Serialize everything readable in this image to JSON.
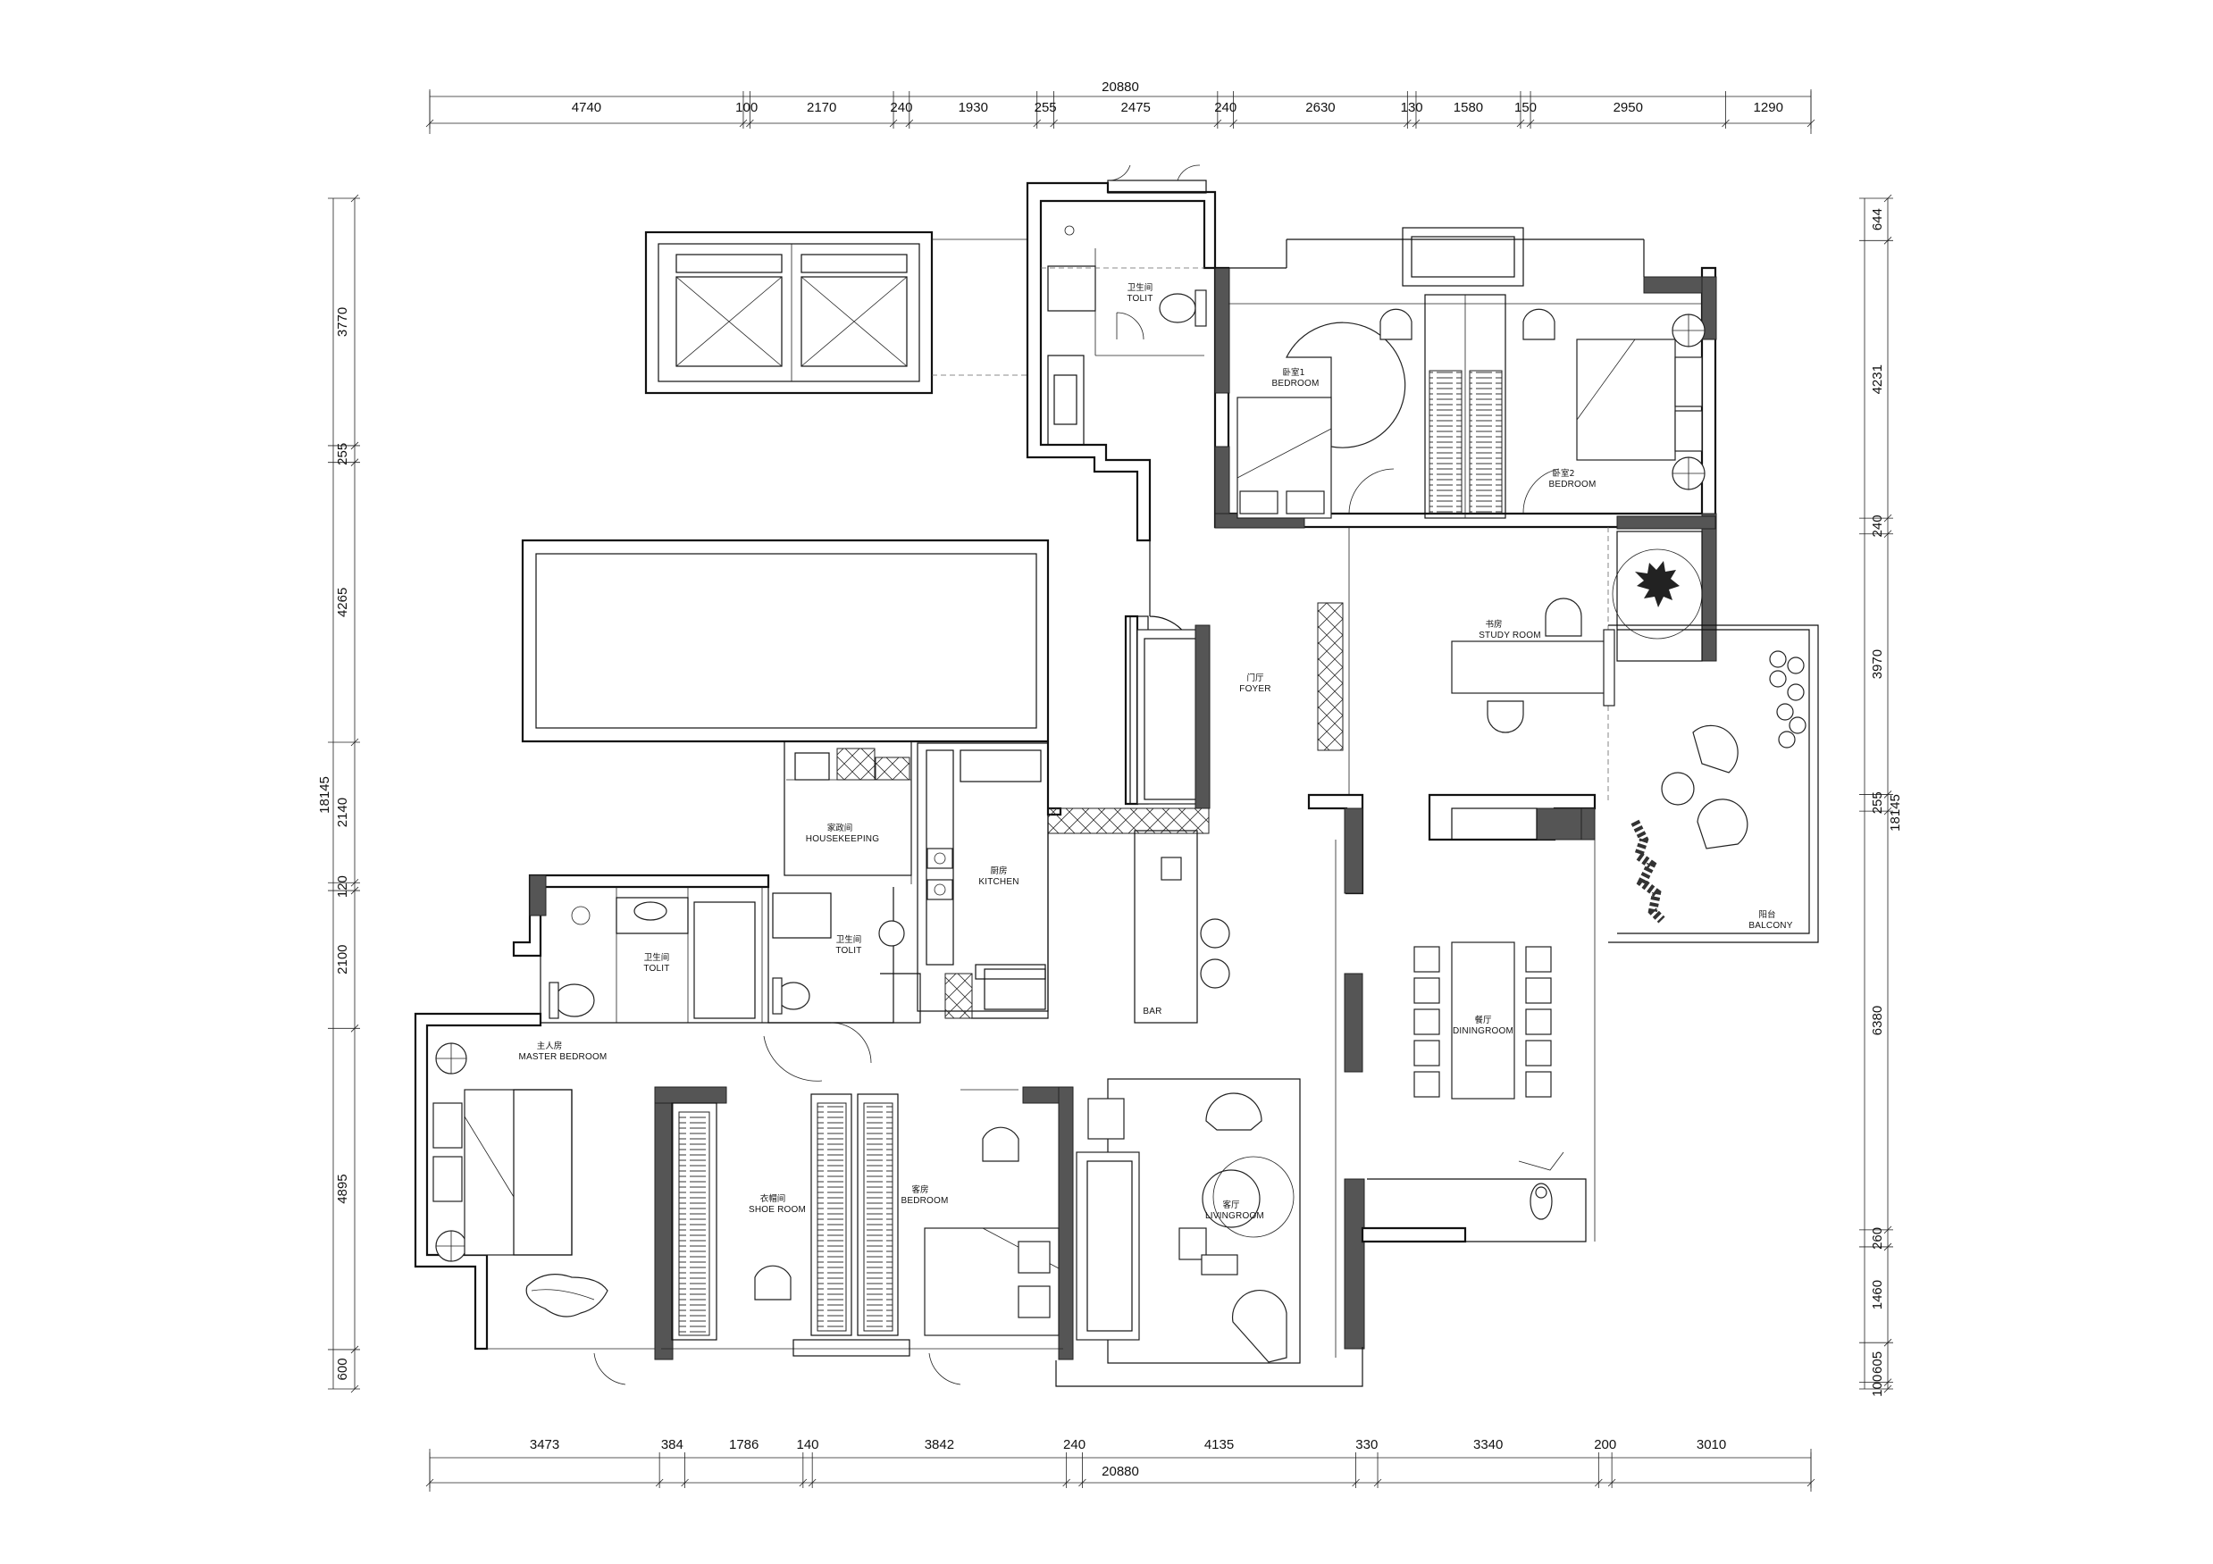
{
  "colors": {
    "line": "#111111",
    "solid_wall": "#555555",
    "background": "#ffffff"
  },
  "dimensions": {
    "overall_top": "20880",
    "overall_bottom": "20880",
    "overall_left": "18145",
    "overall_right": "18145",
    "top": [
      "4740",
      "100",
      "2170",
      "240",
      "1930",
      "255",
      "2475",
      "240",
      "2630",
      "130",
      "1580",
      "150",
      "2950",
      "1290"
    ],
    "bottom": [
      "3473",
      "384",
      "1786",
      "140",
      "3842",
      "240",
      "4135",
      "330",
      "3340",
      "200",
      "3010"
    ],
    "left": [
      "3770",
      "255",
      "4265",
      "2140",
      "120",
      "2100",
      "4895",
      "600"
    ],
    "right": [
      "644",
      "4231",
      "240",
      "3970",
      "255",
      "6380",
      "260",
      "1460",
      "605",
      "100"
    ]
  },
  "rooms": {
    "toilet_top": {
      "cn": "卫生间",
      "en": "TOLIT"
    },
    "bedroom1": {
      "cn": "卧室1",
      "en": "BEDROOM"
    },
    "bedroom2": {
      "cn": "卧室2",
      "en": "BEDROOM"
    },
    "study": {
      "cn": "书房",
      "en": "STUDY ROOM"
    },
    "foyer": {
      "cn": "门厅",
      "en": "FOYER"
    },
    "housekeeping": {
      "cn": "家政间",
      "en": "HOUSEKEEPING"
    },
    "kitchen": {
      "cn": "厨房",
      "en": "KITCHEN"
    },
    "toilet_left": {
      "cn": "卫生间",
      "en": "TOLIT"
    },
    "toilet_mid": {
      "cn": "卫生间",
      "en": "TOLIT"
    },
    "balcony": {
      "cn": "阳台",
      "en": "BALCONY"
    },
    "dining": {
      "cn": "餐厅",
      "en": "DININGROOM"
    },
    "bar": {
      "en": "BAR"
    },
    "master": {
      "cn": "主人房",
      "en": "MASTER BEDROOM"
    },
    "shoe": {
      "cn": "衣帽间",
      "en": "SHOE ROOM"
    },
    "guest": {
      "cn": "客房",
      "en": "BEDROOM"
    },
    "living": {
      "cn": "客厅",
      "en": "LIVINGROOM"
    }
  }
}
